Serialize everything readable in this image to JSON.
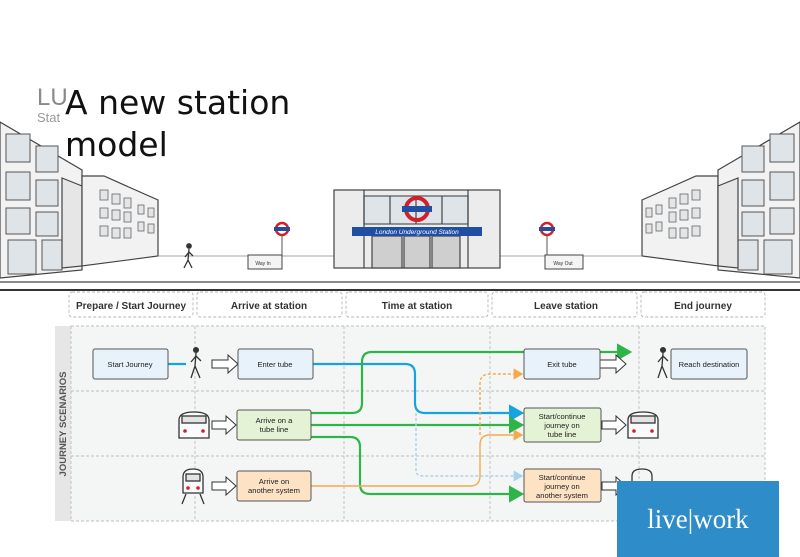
{
  "slide": {
    "title": "A new station model",
    "ghost_heading": "LU",
    "ghost_subheading": "Stat"
  },
  "station": {
    "sign": "London Underground Station",
    "exit_sign_left": "Way In",
    "exit_sign_right": "Way Out"
  },
  "phases": [
    "Prepare / Start Journey",
    "Arrive at station",
    "Time at station",
    "Leave station",
    "End journey"
  ],
  "rows_label": "JOURNEY SCENARIOS",
  "nodes": {
    "start": "Start Journey",
    "enter": "Enter tube",
    "exit": "Exit tube",
    "reach": "Reach destination",
    "arrive_tube": [
      "Arrive on a",
      "tube line"
    ],
    "continue_tube": [
      "Start/continue",
      "journey on",
      "tube line"
    ],
    "arrive_other": [
      "Arrive on",
      "another system"
    ],
    "continue_other": [
      "Start/continue",
      "journey on",
      "another system"
    ]
  },
  "colors": {
    "blue": "#16a3e0",
    "green": "#2fb44a",
    "orange": "#f5a94e",
    "logo_bg": "#2e8cc9"
  },
  "logo": "live|work"
}
